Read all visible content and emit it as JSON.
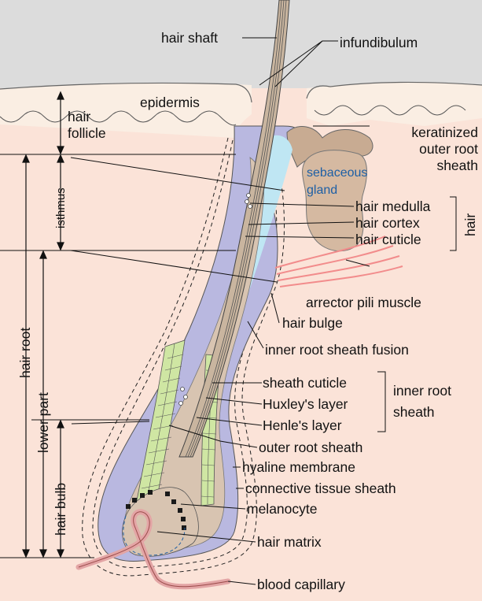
{
  "diagram": {
    "labels": {
      "hair_shaft": "hair shaft",
      "infundibulum": "infundibulum",
      "epidermis": "epidermis",
      "hair_follicle_line1": "hair",
      "hair_follicle_line2": "follicle",
      "keratinized_line1": "keratinized",
      "keratinized_line2": "outer root",
      "keratinized_line3": "sheath",
      "sebaceous_line1": "sebaceous",
      "sebaceous_line2": "gland",
      "hair_medulla": "hair medulla",
      "hair_cortex": "hair cortex",
      "hair_cuticle": "hair cuticle",
      "hair_group": "hair",
      "isthmus": "isthmus",
      "arrector": "arrector pili muscle",
      "hair_bulge": "hair bulge",
      "irs_fusion": "inner root sheath fusion",
      "hair_root": "hair root",
      "lower_part": "lower part",
      "sheath_cuticle": "sheath cuticle",
      "huxley": "Huxley's layer",
      "henle": "Henle's layer",
      "irs_line1": "inner root",
      "irs_line2": "sheath",
      "outer_root_sheath": "outer root sheath",
      "hyaline": "hyaline membrane",
      "connective": "connective tissue sheath",
      "melanocyte": "melanocyte",
      "hair_bulb": "hair bulb",
      "hair_matrix": "hair matrix",
      "blood_capillary": "blood capillary"
    },
    "colors": {
      "background_skin": "#fbe3d8",
      "air": "#dcdcdc",
      "epidermis": "#faeee3",
      "outer_root_sheath": "#b9b8e0",
      "inner_root_sheath": "#d8c4b1",
      "hair_shaft": "#c9b59f",
      "inner_layers": "#cfe6a3",
      "cavity": "#bfe6f3",
      "sebaceous_gland": "#d5b9a1",
      "muscle": "#f28c8c",
      "capillary": "#e3a5a5",
      "melanocyte": "#1a1a1a"
    }
  }
}
